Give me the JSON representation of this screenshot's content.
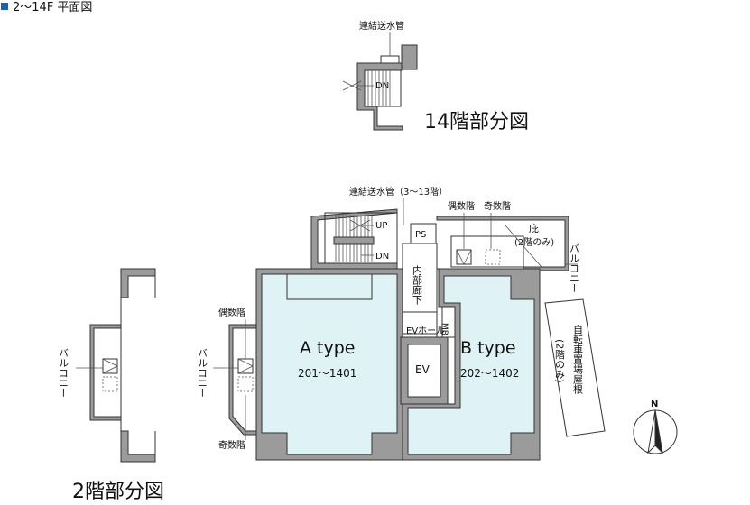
{
  "header": {
    "title": "2～14F 平面図",
    "bullet_color": "#1c5fb8"
  },
  "floor14": {
    "title": "14階部分図",
    "pipe_label": "連結送水管",
    "stair_label": "DN"
  },
  "floor2": {
    "title": "2階部分図",
    "pipe_label": "連結送水管（3～13階）",
    "even_label": "偶数階",
    "odd_label": "奇数階",
    "canopy_label": "庇",
    "canopy_note": "(2階のみ)",
    "balcony_label": "バルコニー",
    "stair_up": "UP",
    "stair_dn": "DN",
    "ps": "PS",
    "corridor_label": "内部廊下",
    "ev_hall": "EVホール",
    "ev": "EV",
    "mb": "MB",
    "unit_a": {
      "name": "A type",
      "rooms": "201～1401"
    },
    "unit_b": {
      "name": "B type",
      "rooms": "202～1402"
    },
    "bike_label": "自転車置場屋根",
    "bike_note": "(2階のみ)",
    "left_even_label": "偶数階",
    "left_odd_label": "奇数階",
    "left_balcony_label": "バルコニー",
    "far_balcony_label": "バルコニー",
    "north": "N"
  },
  "colors": {
    "unit_fill": "#dff3f6",
    "wall": "#9b9b9b"
  }
}
